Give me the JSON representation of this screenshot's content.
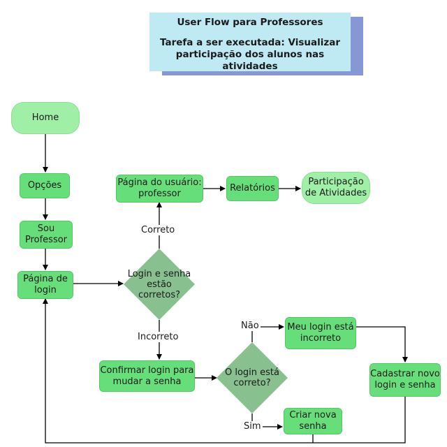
{
  "title": {
    "line1": "User Flow para Professores",
    "line2": "Tarefa a ser executada: Visualizar participação dos alunos nas atividades"
  },
  "nodes": {
    "home": "Home",
    "opcoes": "Opções",
    "sou_professor": "Sou Professor",
    "pagina_login": "Página de login",
    "pagina_usuario": "Página do usuário: professor",
    "relatorios": "Relatórios",
    "participacao": "Participação de Atividades",
    "decisao_login": "Login e senha estão corretos?",
    "confirmar_login": "Confirmar login para mudar a senha",
    "decisao_login_correto": "O login está correto?",
    "meu_login_incorreto": "Meu login está incorreto",
    "cadastrar_novo": "Cadastrar novo login e senha",
    "criar_nova_senha": "Criar nova senha"
  },
  "edge_labels": {
    "correto": "Correto",
    "incorreto": "Incorreto",
    "nao": "Não",
    "sim": "Sim"
  },
  "colors": {
    "process": "#66df7a",
    "terminal": "#9ff0a6",
    "decision": "#88c08f",
    "title_fill": "#bfeaf3",
    "title_shadow": "#8797d6"
  }
}
